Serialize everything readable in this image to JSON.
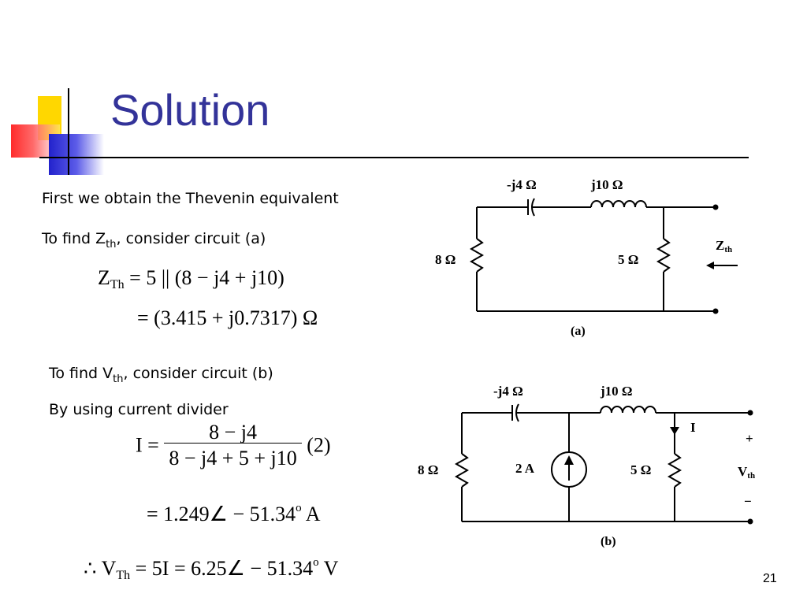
{
  "slide": {
    "title": "Solution",
    "page_number": "21"
  },
  "text": {
    "line1": "First we obtain the Thevenin equivalent",
    "line2_pre": "To find Z",
    "line2_sub": "th",
    "line2_post": ", consider circuit (a)",
    "line3_pre": "To find V",
    "line3_sub": "th",
    "line3_post": ", consider circuit (b)",
    "line4": "By using current divider"
  },
  "equations": {
    "zth_lhs": "Z",
    "zth_sub": "Th",
    "zth_rhs": "= 5 || (8 − j4 + j10)",
    "zth_result": "= (3.415 + j0.7317) Ω",
    "i_lhs": "I =",
    "i_num": "8 − j4",
    "i_den": "8 − j4 + 5 + j10",
    "i_factor": "(2)",
    "i_result_pre": "= 1.249∠ − 51.34",
    "i_result_sup": "o",
    "i_result_unit": " A",
    "vth_lhs": "∴ V",
    "vth_sub": "Th",
    "vth_rhs": "= 5I = 6.25∠ − 51.34",
    "vth_sup": "o",
    "vth_unit": " V"
  },
  "circuit_a": {
    "cap_label": "-j4 Ω",
    "ind_label": "j10 Ω",
    "r1_label": "8 Ω",
    "r2_label": "5 Ω",
    "zth_label": "Z",
    "zth_sub": "th",
    "caption": "(a)"
  },
  "circuit_b": {
    "cap_label": "-j4 Ω",
    "ind_label": "j10 Ω",
    "r1_label": "8 Ω",
    "src_label": "2 A",
    "r2_label": "5 Ω",
    "current_label": "I",
    "plus": "+",
    "vth_label": "V",
    "vth_sub": "th",
    "minus": "−",
    "caption": "(b)"
  }
}
